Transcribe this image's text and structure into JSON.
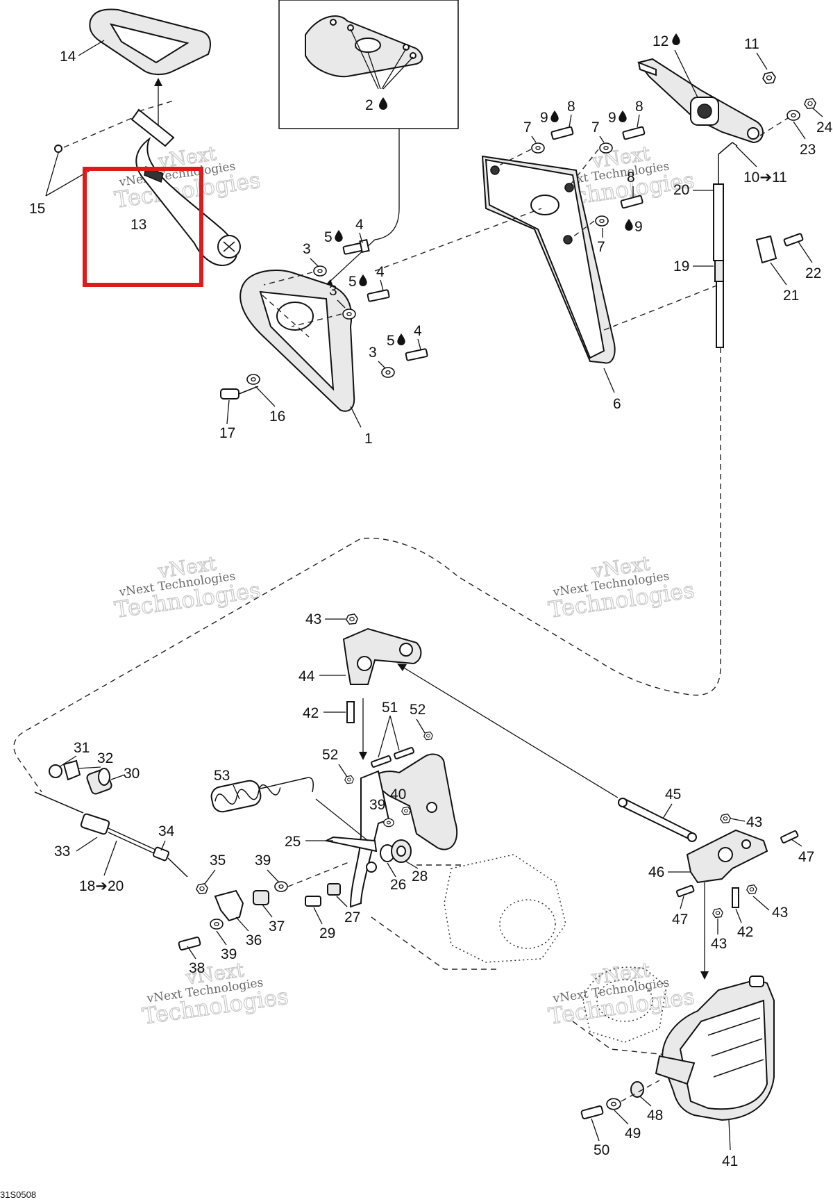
{
  "diagram_code": "31S0508",
  "watermark": {
    "line1": "vNext",
    "line2": "vNext Technologies",
    "line3": "Technologies"
  },
  "callouts": {
    "c1": "1",
    "c2": "2",
    "c3a": "3",
    "c3b": "3",
    "c3c": "3",
    "c4a": "4",
    "c4b": "4",
    "c4c": "4",
    "c5a": "5",
    "c5b": "5",
    "c5c": "5",
    "c6": "6",
    "c7a": "7",
    "c7b": "7",
    "c7c": "7",
    "c8a": "8",
    "c8b": "8",
    "c8c": "8",
    "c9a": "9",
    "c9b": "9",
    "c9c": "9",
    "c10": "10➔11",
    "c11": "11",
    "c12": "12",
    "c13": "13",
    "c14": "14",
    "c15": "15",
    "c16": "16",
    "c17": "17",
    "c18": "18➔20",
    "c19": "19",
    "c20": "20",
    "c21": "21",
    "c22": "22",
    "c23": "23",
    "c24": "24",
    "c25": "25",
    "c26": "26",
    "c27": "27",
    "c28": "28",
    "c29": "29",
    "c30": "30",
    "c31": "31",
    "c32": "32",
    "c33": "33",
    "c34": "34",
    "c35": "35",
    "c36": "36",
    "c37": "37",
    "c38": "38",
    "c39a": "39",
    "c39b": "39",
    "c39c": "39",
    "c40": "40",
    "c41": "41",
    "c42a": "42",
    "c42b": "42",
    "c43a": "43",
    "c43b": "43",
    "c43c": "43",
    "c43d": "43",
    "c44": "44",
    "c45": "45",
    "c46": "46",
    "c47a": "47",
    "c47b": "47",
    "c48": "48",
    "c49": "49",
    "c50": "50",
    "c51": "51",
    "c52a": "52",
    "c52b": "52",
    "c53": "53"
  },
  "colors": {
    "highlight_box": "#e01a1a",
    "line_art": "#111111",
    "watermark": "#c8c8c8"
  },
  "icons": {
    "adhesive": "liquid-drop-icon"
  }
}
